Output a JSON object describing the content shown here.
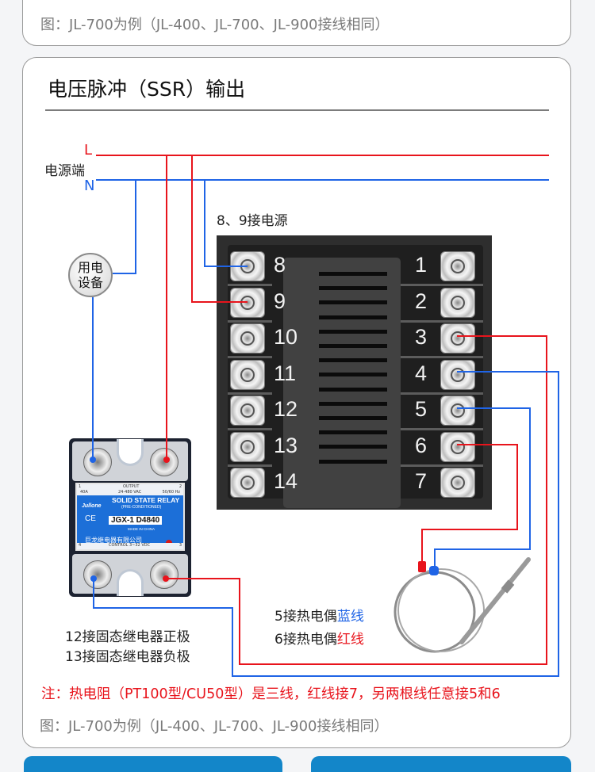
{
  "top_card": {
    "caption": "图：JL-700为例（JL-400、JL-700、JL-900接线相同）"
  },
  "main_card": {
    "title": "电压脉冲（SSR）输出",
    "power": {
      "label": "电源端",
      "line_L": "L",
      "line_N": "N"
    },
    "power_note": "8、9接电源",
    "load_device": {
      "line1": "用电",
      "line2": "设备"
    },
    "controller": {
      "left_terminals": [
        "8",
        "9",
        "10",
        "11",
        "12",
        "13",
        "14"
      ],
      "right_terminals": [
        "1",
        "2",
        "3",
        "4",
        "5",
        "6",
        "7"
      ]
    },
    "relay": {
      "output_label": "OUTPUT",
      "terminal_1": "1",
      "terminal_2": "2",
      "terminal_3": "3",
      "terminal_4": "4",
      "current": "40A",
      "voltage": "24-480 VAC",
      "freq": "50/60 Hz",
      "name": "SOLID STATE RELAY",
      "subtitle": "(PRE-CONDITIONED)",
      "brand": "Jullone",
      "ce_mark": "CE",
      "model": "JGX-1 D4840",
      "origin": "MADE IN CHINA",
      "company": "巨龙继电器有限公司",
      "control": "CONTROL 3~32 VDC"
    },
    "relay_notes": [
      "12接固态继电器正极",
      "13接固态继电器负极"
    ],
    "thermocouple_notes": [
      {
        "prefix": "5接热电偶",
        "color_word": "蓝线",
        "color": "#1f64e6"
      },
      {
        "prefix": "6接热电偶",
        "color_word": "红线",
        "color": "#e8141c"
      }
    ],
    "note": "注：热电阻（PT100型/CU50型）是三线，红线接7，另两根线任意接5和6",
    "caption": "图：JL-700为例（JL-400、JL-700、JL-900接线相同）"
  },
  "colors": {
    "live_wire": "#e8141c",
    "neutral_wire": "#1f64e6",
    "accent_tab": "#1386c9"
  }
}
